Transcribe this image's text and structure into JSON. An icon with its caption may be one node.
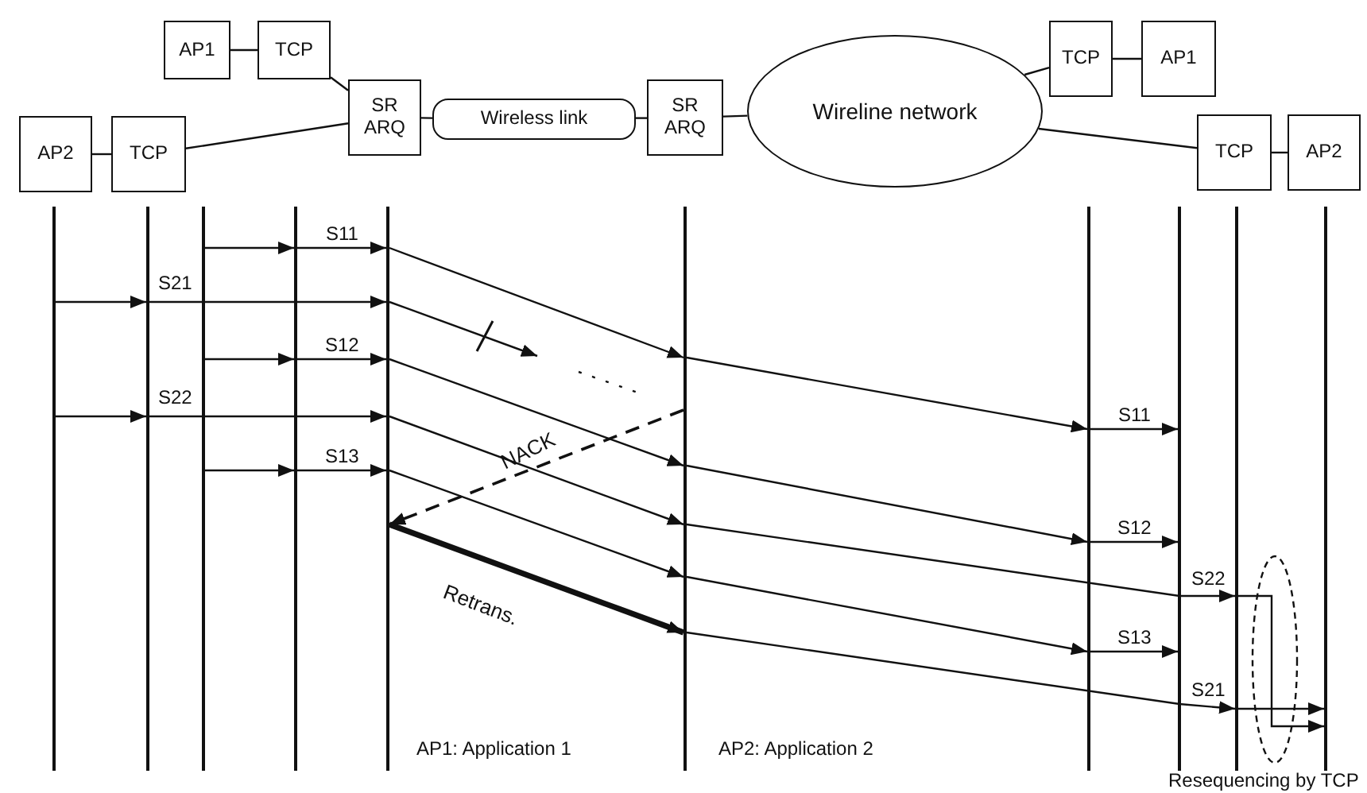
{
  "diagram": {
    "nodes": [
      {
        "text": [
          "AP1"
        ]
      },
      {
        "text": [
          "TCP"
        ]
      },
      {
        "text": [
          "SR ARQ"
        ]
      },
      {
        "text": [
          "Wireless link"
        ]
      },
      {
        "text": [
          "SR ARQ"
        ]
      },
      {
        "text": [
          "Wireline network"
        ]
      },
      {
        "text": [
          "TCP"
        ]
      },
      {
        "text": [
          "AP1"
        ]
      },
      {
        "text": [
          "AP2"
        ]
      },
      {
        "text": [
          "TCP"
        ]
      },
      {
        "text": [
          "TCP"
        ]
      },
      {
        "text": [
          "AP2"
        ]
      },
      {
        "text": [],
        "shape": "line"
      },
      {
        "text": [],
        "shape": "line"
      },
      {
        "text": [],
        "shape": "line"
      },
      {
        "text": [],
        "shape": "line"
      },
      {
        "text": [],
        "shape": "line"
      },
      {
        "text": [],
        "shape": "line"
      },
      {
        "text": [],
        "shape": "line"
      },
      {
        "text": [],
        "shape": "line"
      },
      {
        "text": [],
        "shape": "line"
      },
      {
        "text": [],
        "shape": "line"
      }
    ],
    "edges": [
      {
        "from": 0,
        "to": 1,
        "arrow": "none"
      },
      {
        "from": 1,
        "to": 2,
        "arrow": "none"
      },
      {
        "from": 8,
        "to": 9,
        "arrow": "none"
      },
      {
        "from": 9,
        "to": 2,
        "arrow": "none"
      },
      {
        "from": 2,
        "to": 3,
        "arrow": "none"
      },
      {
        "from": 3,
        "to": 4,
        "arrow": "none"
      },
      {
        "from": 4,
        "to": 5,
        "arrow": "none"
      },
      {
        "from": 5,
        "to": 6,
        "arrow": "none"
      },
      {
        "from": 6,
        "to": 7,
        "arrow": "none"
      },
      {
        "from": 5,
        "to": 10,
        "arrow": "none"
      },
      {
        "from": 10,
        "to": 11,
        "arrow": "none"
      },
      {
        "from": 14,
        "to": 15,
        "arrow": "to"
      },
      {
        "from": 15,
        "to": 16,
        "arrow": "to",
        "label": "S11"
      },
      {
        "from": 16,
        "to": 17,
        "arrow": "to"
      },
      {
        "from": 17,
        "to": 18,
        "arrow": "to"
      },
      {
        "from": 18,
        "to": 19,
        "arrow": "to",
        "label": "S11"
      },
      {
        "from": 12,
        "to": 13,
        "arrow": "to"
      },
      {
        "from": 13,
        "to": 16,
        "arrow": "to",
        "label": "S21"
      },
      {
        "from": 16,
        "to": null,
        "arrow": "to"
      },
      {
        "from": 14,
        "to": 15,
        "arrow": "to"
      },
      {
        "from": 15,
        "to": 16,
        "arrow": "to",
        "label": "S12"
      },
      {
        "from": 16,
        "to": 17,
        "arrow": "to"
      },
      {
        "from": 17,
        "to": 18,
        "arrow": "to"
      },
      {
        "from": 18,
        "to": 19,
        "arrow": "to",
        "label": "S12"
      },
      {
        "from": 12,
        "to": 13,
        "arrow": "to"
      },
      {
        "from": 13,
        "to": 16,
        "arrow": "to",
        "label": "S22"
      },
      {
        "from": 16,
        "to": 17,
        "arrow": "to"
      },
      {
        "from": 17,
        "to": 20,
        "arrow": "to",
        "label": "S22"
      },
      {
        "from": 20,
        "to": 21,
        "arrow": "to"
      },
      {
        "from": 14,
        "to": 15,
        "arrow": "to"
      },
      {
        "from": 15,
        "to": 16,
        "arrow": "to",
        "label": "S13"
      },
      {
        "from": 16,
        "to": 17,
        "arrow": "to"
      },
      {
        "from": 17,
        "to": 18,
        "arrow": "to"
      },
      {
        "from": 18,
        "to": 19,
        "arrow": "to",
        "label": "S13"
      },
      {
        "from": 17,
        "to": 16,
        "arrow": "to",
        "label": "NACK",
        "style": "dashed"
      },
      {
        "from": 16,
        "to": 17,
        "arrow": "to",
        "label": "Retrans.",
        "style": "thick"
      },
      {
        "from": 17,
        "to": 20,
        "arrow": "to",
        "label": "S21"
      },
      {
        "from": 20,
        "to": 21,
        "arrow": "to"
      }
    ],
    "labels": [
      "AP1: Application 1",
      "AP2: Application 2",
      "Resequencing by TCP"
    ]
  }
}
